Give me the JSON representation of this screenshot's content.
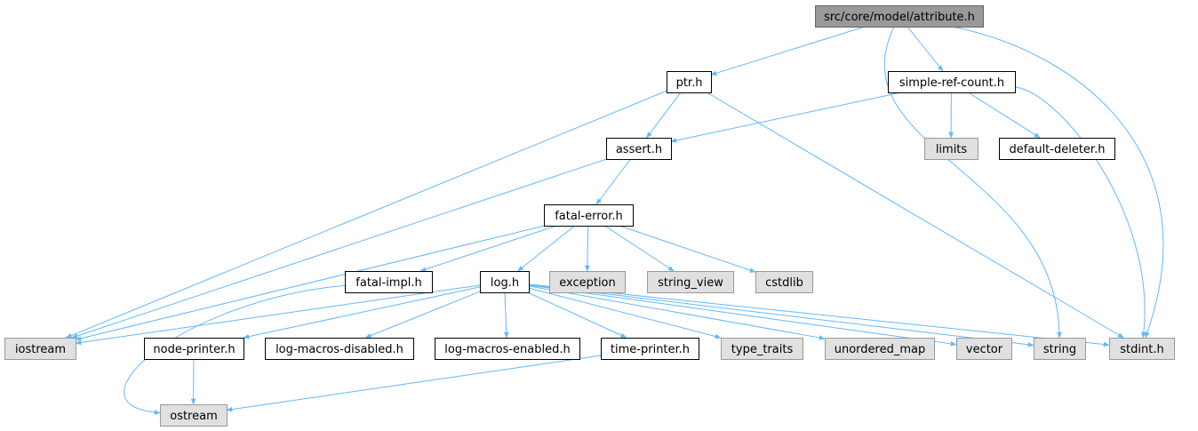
{
  "colors": {
    "edge": "#63b8ff",
    "root_fill": "#999999",
    "root_stroke": "#666666",
    "doc_fill": "#ffffff",
    "doc_stroke": "#000000",
    "external_fill": "#e0e0e0",
    "external_stroke": "#999999"
  },
  "nodes": [
    {
      "id": "attribute",
      "label": "src/core/model/attribute.h",
      "kind": "root"
    },
    {
      "id": "ptr",
      "label": "ptr.h",
      "kind": "doc"
    },
    {
      "id": "simple_ref_count",
      "label": "simple-ref-count.h",
      "kind": "doc"
    },
    {
      "id": "assert",
      "label": "assert.h",
      "kind": "doc"
    },
    {
      "id": "limits",
      "label": "limits",
      "kind": "external"
    },
    {
      "id": "default_deleter",
      "label": "default-deleter.h",
      "kind": "doc"
    },
    {
      "id": "fatal_error",
      "label": "fatal-error.h",
      "kind": "doc"
    },
    {
      "id": "fatal_impl",
      "label": "fatal-impl.h",
      "kind": "doc"
    },
    {
      "id": "log",
      "label": "log.h",
      "kind": "doc"
    },
    {
      "id": "exception",
      "label": "exception",
      "kind": "external"
    },
    {
      "id": "string_view",
      "label": "string_view",
      "kind": "external"
    },
    {
      "id": "cstdlib",
      "label": "cstdlib",
      "kind": "external"
    },
    {
      "id": "iostream",
      "label": "iostream",
      "kind": "external"
    },
    {
      "id": "node_printer",
      "label": "node-printer.h",
      "kind": "doc"
    },
    {
      "id": "log_macros_disabled",
      "label": "log-macros-disabled.h",
      "kind": "doc"
    },
    {
      "id": "log_macros_enabled",
      "label": "log-macros-enabled.h",
      "kind": "doc"
    },
    {
      "id": "time_printer",
      "label": "time-printer.h",
      "kind": "doc"
    },
    {
      "id": "type_traits",
      "label": "type_traits",
      "kind": "external"
    },
    {
      "id": "unordered_map",
      "label": "unordered_map",
      "kind": "external"
    },
    {
      "id": "vector",
      "label": "vector",
      "kind": "external"
    },
    {
      "id": "string",
      "label": "string",
      "kind": "external"
    },
    {
      "id": "stdint",
      "label": "stdint.h",
      "kind": "external"
    },
    {
      "id": "ostream",
      "label": "ostream",
      "kind": "external"
    }
  ],
  "edges": [
    {
      "from": "attribute",
      "to": "ptr"
    },
    {
      "from": "attribute",
      "to": "simple_ref_count"
    },
    {
      "from": "attribute",
      "to": "string"
    },
    {
      "from": "attribute",
      "to": "stdint"
    },
    {
      "from": "ptr",
      "to": "assert"
    },
    {
      "from": "ptr",
      "to": "iostream"
    },
    {
      "from": "ptr",
      "to": "stdint"
    },
    {
      "from": "simple_ref_count",
      "to": "assert"
    },
    {
      "from": "simple_ref_count",
      "to": "limits"
    },
    {
      "from": "simple_ref_count",
      "to": "default_deleter"
    },
    {
      "from": "simple_ref_count",
      "to": "stdint"
    },
    {
      "from": "assert",
      "to": "fatal_error"
    },
    {
      "from": "assert",
      "to": "iostream"
    },
    {
      "from": "fatal_error",
      "to": "fatal_impl"
    },
    {
      "from": "fatal_error",
      "to": "log"
    },
    {
      "from": "fatal_error",
      "to": "exception"
    },
    {
      "from": "fatal_error",
      "to": "string_view"
    },
    {
      "from": "fatal_error",
      "to": "cstdlib"
    },
    {
      "from": "fatal_error",
      "to": "iostream"
    },
    {
      "from": "fatal_impl",
      "to": "ostream"
    },
    {
      "from": "log",
      "to": "iostream"
    },
    {
      "from": "log",
      "to": "node_printer"
    },
    {
      "from": "log",
      "to": "log_macros_disabled"
    },
    {
      "from": "log",
      "to": "log_macros_enabled"
    },
    {
      "from": "log",
      "to": "time_printer"
    },
    {
      "from": "log",
      "to": "type_traits"
    },
    {
      "from": "log",
      "to": "unordered_map"
    },
    {
      "from": "log",
      "to": "vector"
    },
    {
      "from": "log",
      "to": "string"
    },
    {
      "from": "log",
      "to": "stdint"
    },
    {
      "from": "node_printer",
      "to": "ostream"
    },
    {
      "from": "time_printer",
      "to": "ostream"
    }
  ]
}
